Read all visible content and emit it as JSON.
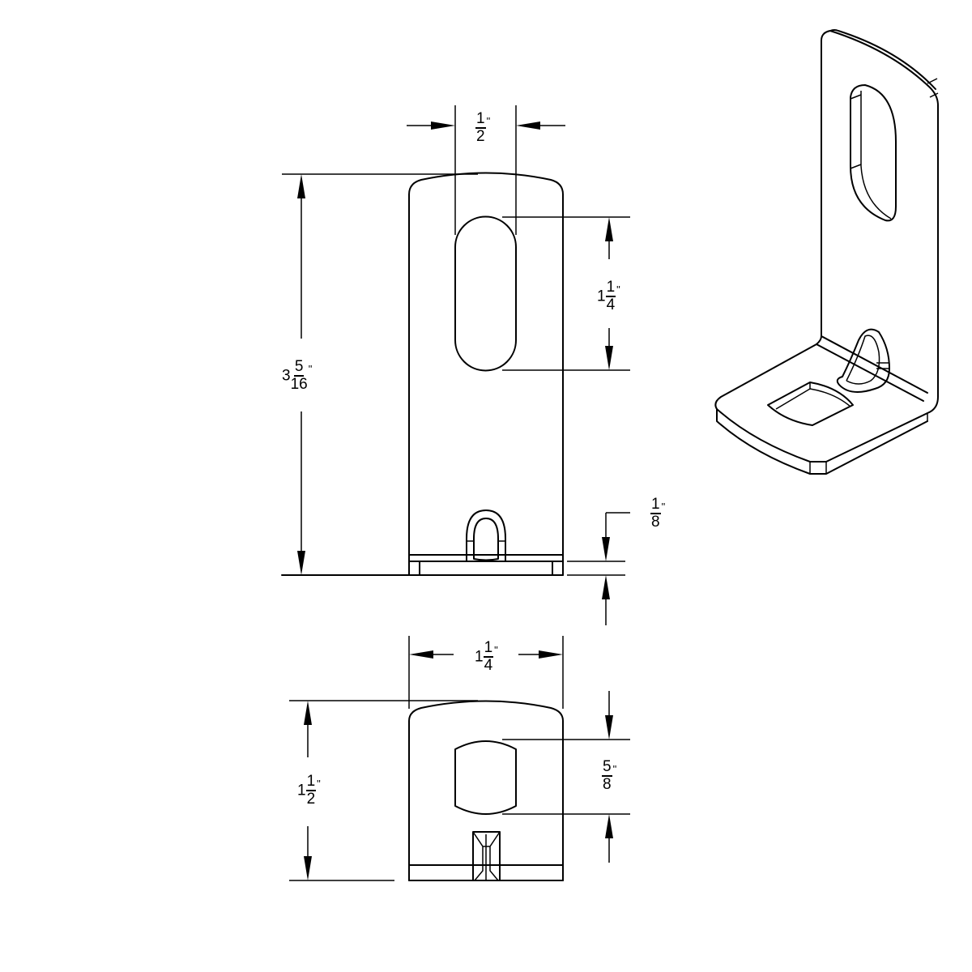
{
  "drawing": {
    "title": "L-Bracket Dimensioned Drawing",
    "views": [
      "front-view",
      "top-view",
      "isometric-view"
    ],
    "line_color": "#000000",
    "background": "#ffffff"
  },
  "dimensions": {
    "slot_width": {
      "whole": "",
      "num": "1",
      "den": "2",
      "unit": "\""
    },
    "overall_height": {
      "whole": "3",
      "num": "5",
      "den": "16",
      "unit": "\""
    },
    "slot_length": {
      "whole": "1",
      "num": "1",
      "den": "4",
      "unit": "\""
    },
    "material_thickness": {
      "whole": "",
      "num": "1",
      "den": "8",
      "unit": "\""
    },
    "overall_width": {
      "whole": "1",
      "num": "1",
      "den": "4",
      "unit": "\""
    },
    "base_depth": {
      "whole": "1",
      "num": "1",
      "den": "2",
      "unit": "\""
    },
    "square_hole": {
      "whole": "",
      "num": "5",
      "den": "8",
      "unit": "\""
    }
  }
}
